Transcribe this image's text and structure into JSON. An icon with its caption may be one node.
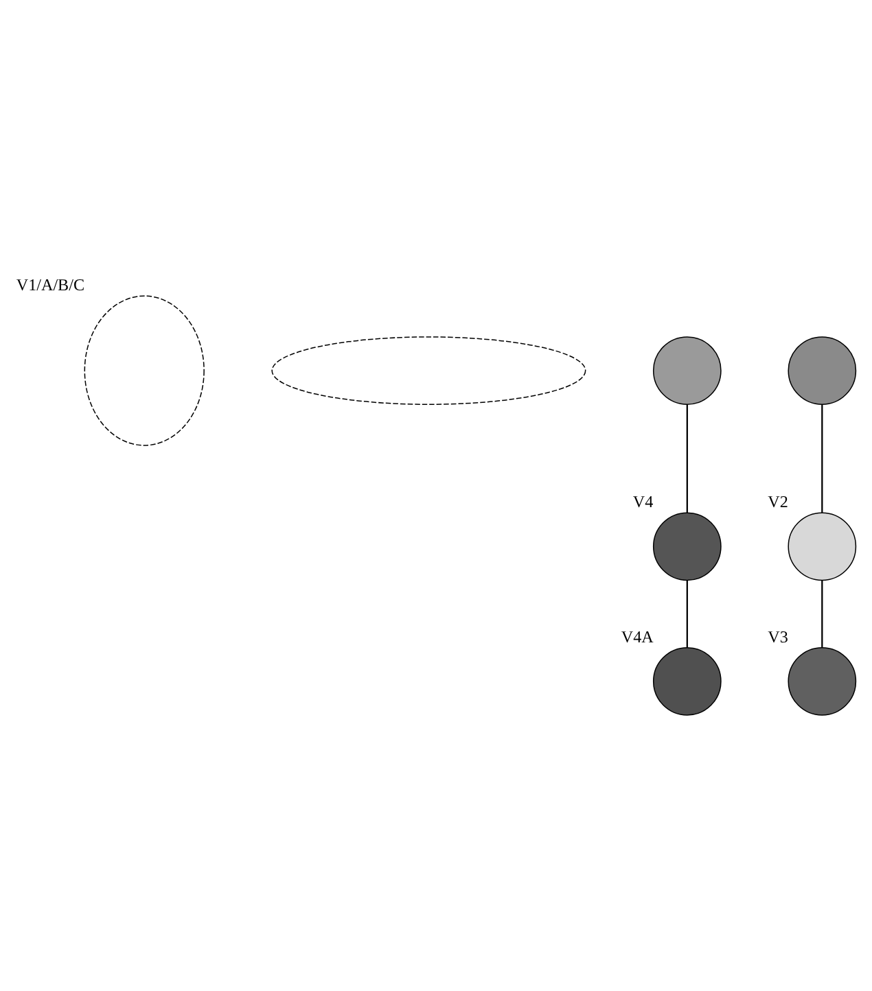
{
  "diagram": {
    "nodes": [
      {
        "text": [],
        "shape": "ellipse",
        "beside": [
          "V1/A/B/C"
        ]
      },
      {
        "text": [],
        "shape": "ellipse"
      },
      {
        "text": [],
        "shape": "circle"
      },
      {
        "text": [],
        "shape": "circle"
      },
      {
        "text": [],
        "shape": "circle",
        "beside": [
          "V4"
        ]
      },
      {
        "text": [],
        "shape": "circle",
        "beside": [
          "V2"
        ]
      },
      {
        "text": [],
        "shape": "circle",
        "beside": [
          "V4A"
        ]
      },
      {
        "text": [],
        "shape": "circle",
        "beside": [
          "V3"
        ]
      }
    ],
    "edges": [
      {
        "from": 2,
        "to": 4,
        "arrow": "none"
      },
      {
        "from": 3,
        "to": 5,
        "arrow": "none"
      },
      {
        "from": 4,
        "to": 6,
        "arrow": "none"
      },
      {
        "from": 5,
        "to": 7,
        "arrow": "none"
      }
    ]
  }
}
